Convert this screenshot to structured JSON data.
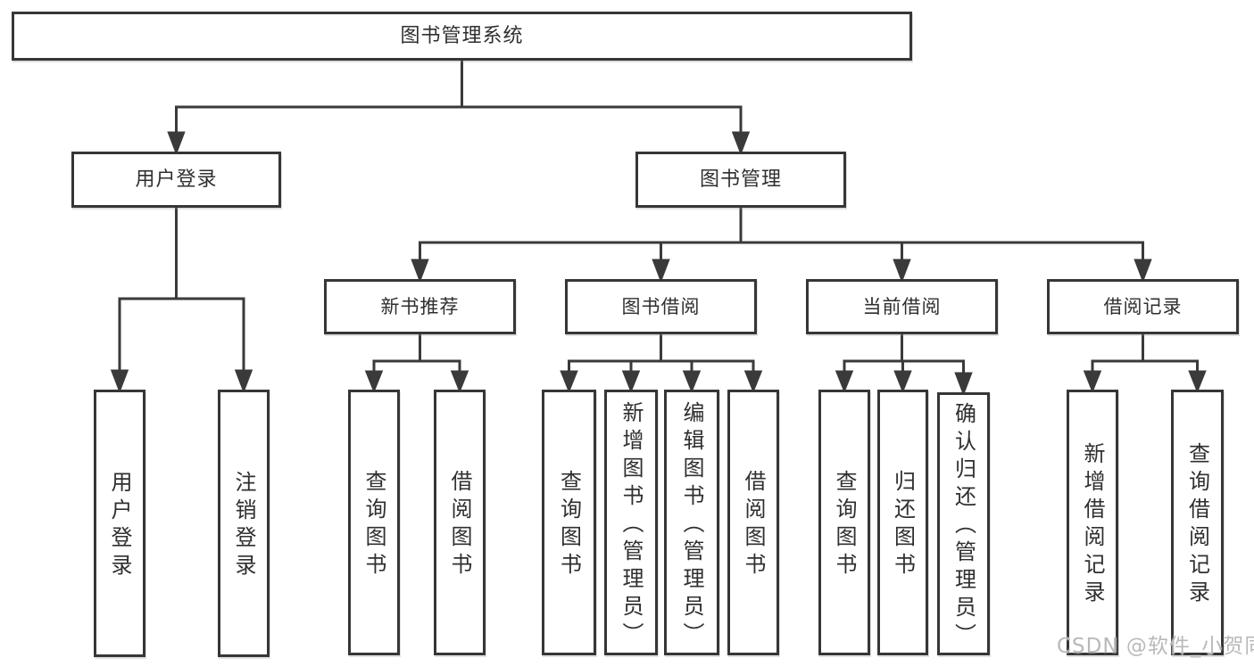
{
  "tree": {
    "root": {
      "label": "图书管理系统"
    },
    "user_login": {
      "label": "用户登录",
      "leaves": [
        {
          "label": "用户登录"
        },
        {
          "label": "注销登录"
        }
      ]
    },
    "book_management": {
      "label": "图书管理",
      "groups": [
        {
          "label": "新书推荐",
          "leaves": [
            {
              "label": "查询图书"
            },
            {
              "label": "借阅图书"
            }
          ]
        },
        {
          "label": "图书借阅",
          "leaves": [
            {
              "label": "查询图书"
            },
            {
              "label": "新增图书（管理员）"
            },
            {
              "label": "编辑图书（管理员）"
            },
            {
              "label": "借阅图书"
            }
          ]
        },
        {
          "label": "当前借阅",
          "leaves": [
            {
              "label": "查询图书"
            },
            {
              "label": "归还图书"
            },
            {
              "label": "确认归还（管理员）"
            }
          ]
        },
        {
          "label": "借阅记录",
          "leaves": [
            {
              "label": "新增借阅记录"
            },
            {
              "label": "查询借阅记录"
            }
          ]
        }
      ]
    }
  },
  "watermark": {
    "text": "CSDN @软件_小贺同学"
  }
}
